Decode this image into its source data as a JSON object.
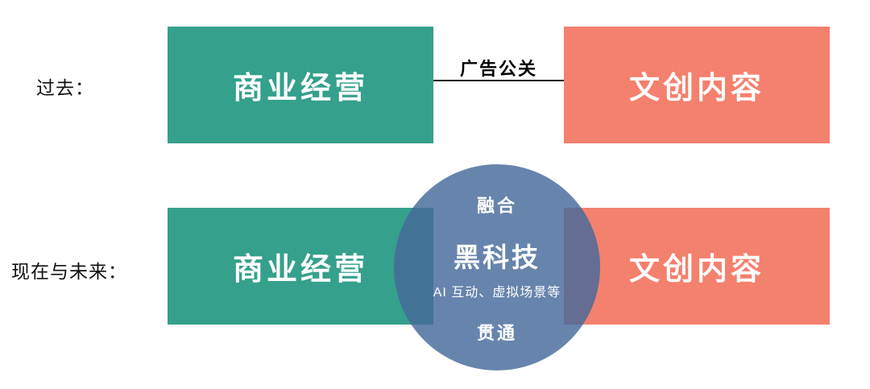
{
  "past": {
    "row_label": "过去：",
    "business_box": "商业经营",
    "connector_label": "广告公关",
    "content_box": "文创内容"
  },
  "future": {
    "row_label": "现在与未来：",
    "business_box": "商业经营",
    "content_box": "文创内容",
    "circle": {
      "top_label": "融合",
      "title": "黑科技",
      "subtitle": "AI 互动、虚拟场景等",
      "bottom_label": "贯通"
    }
  },
  "colors": {
    "teal": "#35A08B",
    "salmon": "#F4806E",
    "circle_blue": "#45699A",
    "connector_line": "#1A1A1A",
    "text_on_box": "#FFFFFF"
  }
}
